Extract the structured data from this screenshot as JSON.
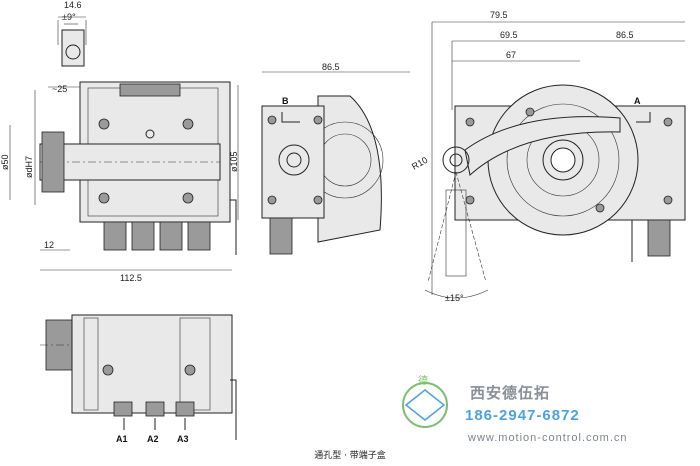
{
  "dims": {
    "d14_6": "14.6",
    "d9deg": "±9°",
    "d25": "~25",
    "d50": "ø50",
    "dH7": "ødH7",
    "d105": "ø105",
    "d12": "12",
    "d112_5": "112.5",
    "d86_5_left": "86.5",
    "d79_5": "79.5",
    "d69_5": "69.5",
    "d67": "67",
    "d86_5_right": "86.5",
    "r10": "R10",
    "d15deg": "±15°"
  },
  "labels": {
    "section_b": "B",
    "section_a": "A",
    "a1": "A1",
    "a2": "A2",
    "a3": "A3"
  },
  "watermark": {
    "company": "西安德伍拓",
    "phone": "186-2947-6872",
    "url": "www.motion-control.com.cn",
    "logo_text": "德"
  },
  "caption": "通孔型 · 带端子盒"
}
